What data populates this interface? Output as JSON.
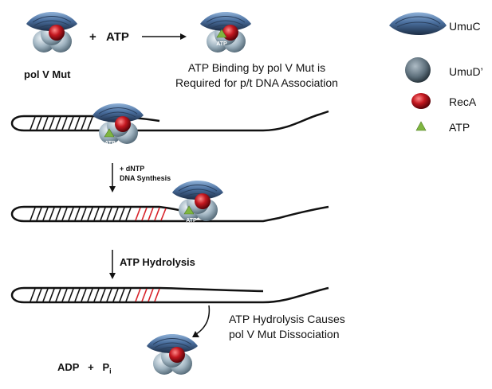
{
  "labels": {
    "pol_v_mut": "pol V Mut",
    "plus": "+",
    "atp": "ATP",
    "caption_binding_line1": "ATP Binding by pol V Mut is",
    "caption_binding_line2": "Required for p/t DNA Association",
    "step_dntp_line1": "+ dNTP",
    "step_dntp_line2": "DNA Synthesis",
    "step_hydrolysis": "ATP Hydrolysis",
    "caption_dissociation_line1": "ATP Hydrolysis  Causes",
    "caption_dissociation_line2": "pol V Mut Dissociation",
    "adp": "ADP",
    "plus2": "+",
    "p": "P",
    "p_sub": "i",
    "atp_on_complex": "ATP"
  },
  "legend": [
    {
      "name": "UmuC",
      "icon": "umuc-shape",
      "color": "#4a6f9e"
    },
    {
      "name": "UmuD’",
      "icon": "umud-sphere",
      "color": "#9fb3c0"
    },
    {
      "name": "RecA",
      "icon": "reca-sphere",
      "color": "#c41820"
    },
    {
      "name": "ATP",
      "icon": "atp-triangle",
      "color": "#7fb640"
    }
  ],
  "colors": {
    "umuc": "#4a6f9e",
    "umud": "#9fb3c0",
    "reca": "#c41820",
    "atp": "#7fb640",
    "dna": "#111111",
    "new_synthesis": "#d8232a"
  }
}
